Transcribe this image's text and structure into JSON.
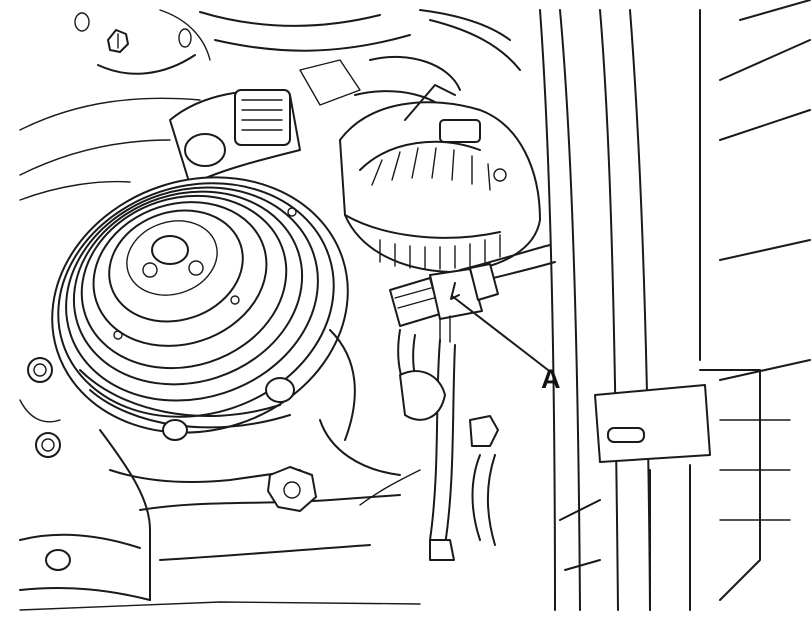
{
  "diagram": {
    "callout": {
      "label": "A",
      "target": "connector"
    },
    "components": [
      {
        "name": "ac-compressor-pulley",
        "icon": "pulley-drawing"
      },
      {
        "name": "alternator",
        "icon": "alternator-drawing"
      },
      {
        "name": "wiring-harness-connector",
        "icon": "connector-drawing"
      },
      {
        "name": "body-frame-panel",
        "icon": "panel-drawing"
      }
    ],
    "colors": {
      "line": "#1a1a1a",
      "background": "#ffffff"
    }
  }
}
